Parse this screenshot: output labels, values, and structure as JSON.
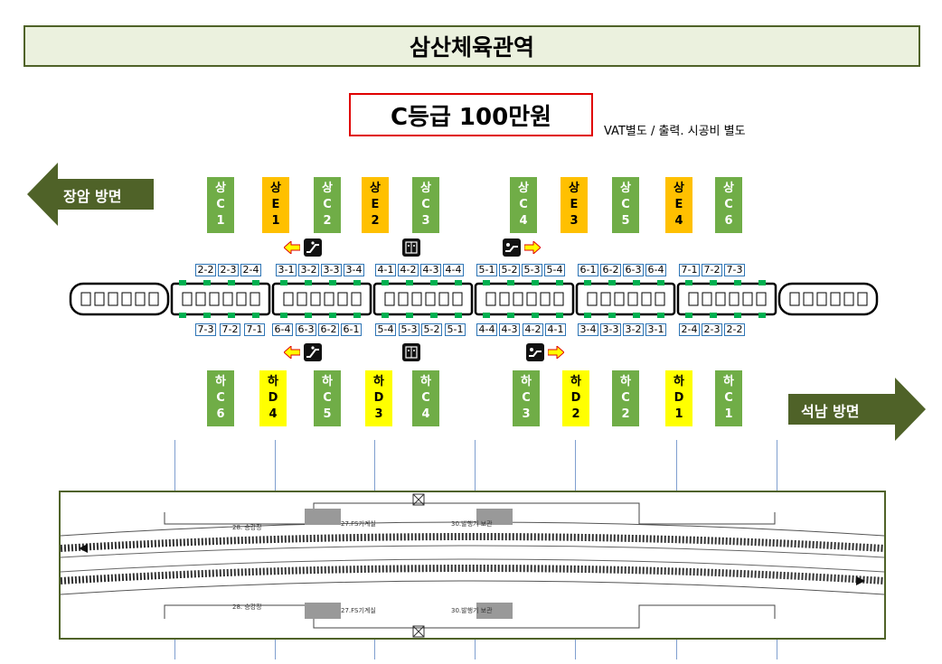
{
  "title": "삼산체육관역",
  "grade": "C등급 100만원",
  "vat_note": "VAT별도 / 출력. 시공비 별도",
  "directions": {
    "left": "장암 방면",
    "right": "석남 방면"
  },
  "colors": {
    "c_box": "#70ad47",
    "e_box": "#ffc000",
    "d_box": "#ffff00",
    "title_bg": "#ebf1de",
    "title_border": "#4f6228",
    "grade_border": "#e00000",
    "cell_border": "#2e75b6"
  },
  "upper_boxes": [
    {
      "lines": [
        "상",
        "C",
        "1"
      ],
      "type": "c"
    },
    {
      "lines": [
        "상",
        "E",
        "1"
      ],
      "type": "e"
    },
    {
      "lines": [
        "상",
        "C",
        "2"
      ],
      "type": "c"
    },
    {
      "lines": [
        "상",
        "E",
        "2"
      ],
      "type": "e"
    },
    {
      "lines": [
        "상",
        "C",
        "3"
      ],
      "type": "c"
    },
    {
      "lines": [
        "상",
        "C",
        "4"
      ],
      "type": "c"
    },
    {
      "lines": [
        "상",
        "E",
        "3"
      ],
      "type": "e"
    },
    {
      "lines": [
        "상",
        "C",
        "5"
      ],
      "type": "c"
    },
    {
      "lines": [
        "상",
        "E",
        "4"
      ],
      "type": "e"
    },
    {
      "lines": [
        "상",
        "C",
        "6"
      ],
      "type": "c"
    }
  ],
  "lower_boxes": [
    {
      "lines": [
        "하",
        "C",
        "6"
      ],
      "type": "c"
    },
    {
      "lines": [
        "하",
        "D",
        "4"
      ],
      "type": "d"
    },
    {
      "lines": [
        "하",
        "C",
        "5"
      ],
      "type": "c"
    },
    {
      "lines": [
        "하",
        "D",
        "3"
      ],
      "type": "d"
    },
    {
      "lines": [
        "하",
        "C",
        "4"
      ],
      "type": "c"
    },
    {
      "lines": [
        "하",
        "C",
        "3"
      ],
      "type": "c"
    },
    {
      "lines": [
        "하",
        "D",
        "2"
      ],
      "type": "d"
    },
    {
      "lines": [
        "하",
        "C",
        "2"
      ],
      "type": "c"
    },
    {
      "lines": [
        "하",
        "D",
        "1"
      ],
      "type": "d"
    },
    {
      "lines": [
        "하",
        "C",
        "1"
      ],
      "type": "c"
    }
  ],
  "upper_doors": [
    "2-2",
    "2-3",
    "2-4",
    "3-1",
    "3-2",
    "3-3",
    "3-4",
    "4-1",
    "4-2",
    "4-3",
    "4-4",
    "5-1",
    "5-2",
    "5-3",
    "5-4",
    "6-1",
    "6-2",
    "6-3",
    "6-4",
    "7-1",
    "7-2",
    "7-3"
  ],
  "lower_doors": [
    "7-3",
    "7-2",
    "7-1",
    "6-4",
    "6-3",
    "6-2",
    "6-1",
    "5-4",
    "5-3",
    "5-2",
    "5-1",
    "4-4",
    "4-3",
    "4-2",
    "4-1",
    "3-4",
    "3-3",
    "3-2",
    "3-1",
    "2-4",
    "2-3",
    "2-2"
  ],
  "upper_icons": [
    "escalator-icon",
    "elevator-icon",
    "stairs-lift-icon"
  ],
  "lower_icons": [
    "escalator-icon",
    "elevator-icon",
    "stairs-lift-icon"
  ],
  "plan_labels": [
    "28. 승강장",
    "27.FS기계실",
    "30.발행기 보관",
    "28. 승강장",
    "27.FS기계실",
    "30.발행기 보관"
  ]
}
